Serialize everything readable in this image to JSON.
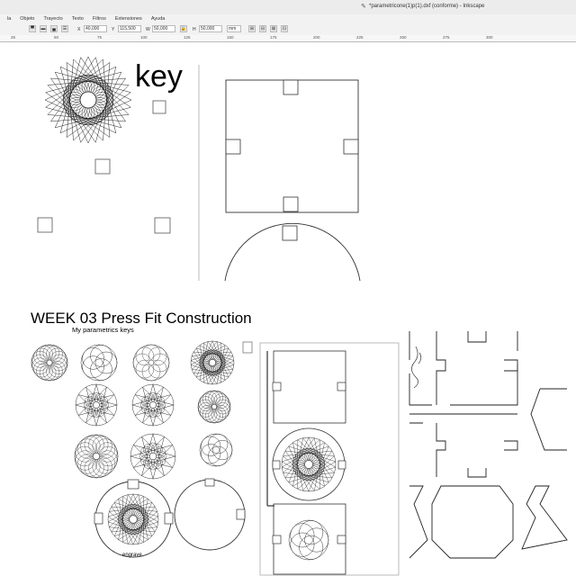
{
  "window": {
    "title": "*parametricone(1)p(1).dxf (conforme) - Inkscape"
  },
  "menu": {
    "items": [
      "la",
      "Objeto",
      "Trayecto",
      "Texto",
      "Filtros",
      "Extensiones",
      "Ayuda"
    ]
  },
  "toolbar": {
    "x_label": "X",
    "x_value": "40,000",
    "y_label": "Y",
    "y_value": "115,500",
    "w_label": "W",
    "w_value": "50,000",
    "h_label": "H",
    "h_value": "50,000",
    "unit": "mm"
  },
  "ruler": {
    "ticks": [
      "25",
      "50",
      "75",
      "100",
      "125",
      "150",
      "175",
      "200",
      "225",
      "250",
      "275",
      "300"
    ]
  },
  "canvas": {
    "key_label": "key"
  },
  "page": {
    "title": "WEEK 03 Press Fit Construction",
    "subtitle": "My parametrics keys",
    "engrave_label": "engrave"
  }
}
